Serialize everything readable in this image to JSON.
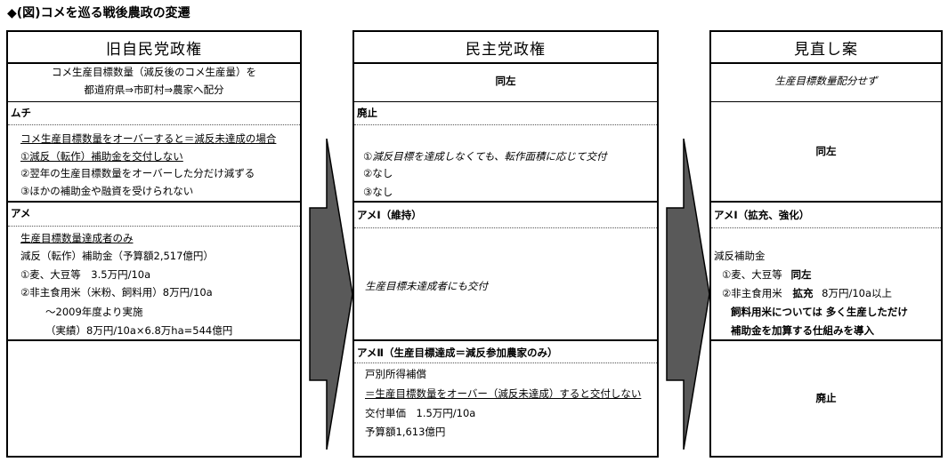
{
  "title": "◆(図)コメを巡る戦後農政の変遷",
  "colors": {
    "arrow_fill": "#595959",
    "arrow_stroke": "#000000"
  },
  "columns": {
    "old_ldp": {
      "header": "旧自民党政権",
      "allocation": [
        "コメ生産目標数量（減反後のコメ生産量）を",
        "都道府県⇒市町村⇒農家へ配分"
      ],
      "muchi_label": "ムチ",
      "muchi_lines": [
        "コメ生産目標数量をオーバーすると＝減反未達成の場合",
        "①減反（転作）補助金を交付しない",
        "②翌年の生産目標数量をオーバーした分だけ減ずる",
        "③ほかの補助金や融資を受けられない"
      ],
      "ame_label": "アメ",
      "ame_lines": [
        "生産目標数量達成者のみ",
        "減反（転作）補助金（予算額2,517億円）",
        "①麦、大豆等　3.5万円/10a",
        "②非主食用米（米粉、飼料用）8万円/10a",
        "～2009年度より実施",
        "（実績）8万円/10a×6.8万ha=544億円"
      ]
    },
    "dpj": {
      "header": "民主党政権",
      "allocation": "同左",
      "muchi_label": "廃止",
      "muchi_lines": [
        "①減反目標を達成しなくても、転作面積に応じて交付",
        "②なし",
        "③なし"
      ],
      "ame1_label": "アメⅠ（維持）",
      "ame1_text": "生産目標未達成者にも交付",
      "ame2_label": "アメⅡ（生産目標達成＝減反参加農家のみ）",
      "ame2_lines": [
        "戸別所得補償",
        "＝生産目標数量をオーバー（減反未達成）すると交付しない",
        "交付単価　1.5万円/10a",
        "予算額1,613億円"
      ]
    },
    "review": {
      "header": "見直し案",
      "allocation": "生産目標数量配分せず",
      "muchi": "同左",
      "ame1_label": "アメⅠ（拡充、強化）",
      "ame1_title": "減反補助金",
      "ame1_line1_a": "①麦、大豆等",
      "ame1_line1_b": "同左",
      "ame1_line2_a": "②非主食用米",
      "ame1_line2_b": "拡充",
      "ame1_line2_c": "8万円/10a以上",
      "ame1_line3": "飼料用米については 多く生産しただけ",
      "ame1_line4": "補助金を加算する仕組みを導入",
      "ame2": "廃止"
    }
  }
}
